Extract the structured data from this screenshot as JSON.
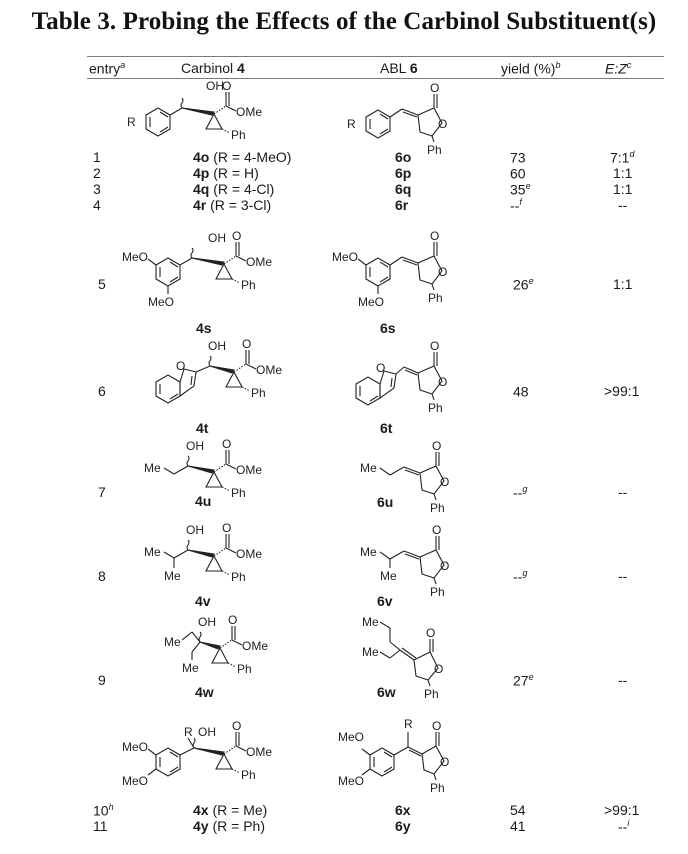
{
  "title": "Table 3. Probing the Effects of the Carbinol Substituent(s)",
  "header": {
    "entry": "entry",
    "entry_fn": "a",
    "carbinol": "Carbinol ",
    "carbinol_num": "4",
    "abl": "ABL ",
    "abl_num": "6",
    "yield": "yield (%)",
    "yield_fn": "b",
    "ez": "E:Z",
    "ez_fn": "c"
  },
  "labels": {
    "R": "R",
    "OH": "OH",
    "O": "O",
    "OMe": "OMe",
    "Ph": "Ph",
    "MeO": "MeO",
    "Me": "Me"
  },
  "rows": [
    {
      "entry": "1",
      "entry_fn": "",
      "cmpd4": "4o",
      "cond": " (R = 4-MeO)",
      "cmpd6": "6o",
      "yield": "73",
      "yield_fn": "",
      "ez": "7:1",
      "ez_fn": "d"
    },
    {
      "entry": "2",
      "entry_fn": "",
      "cmpd4": "4p",
      "cond": " (R = H)",
      "cmpd6": "6p",
      "yield": "60",
      "yield_fn": "",
      "ez": "1:1",
      "ez_fn": ""
    },
    {
      "entry": "3",
      "entry_fn": "",
      "cmpd4": "4q",
      "cond": " (R = 4-Cl)",
      "cmpd6": "6q",
      "yield": "35",
      "yield_fn": "e",
      "ez": "1:1",
      "ez_fn": ""
    },
    {
      "entry": "4",
      "entry_fn": "",
      "cmpd4": "4r",
      "cond": " (R = 3-Cl)",
      "cmpd6": "6r",
      "yield": "--",
      "yield_fn": "f",
      "ez": "--",
      "ez_fn": ""
    },
    {
      "entry": "5",
      "entry_fn": "",
      "cmpd4": "4s",
      "cond": "",
      "cmpd6": "6s",
      "yield": "26",
      "yield_fn": "e",
      "ez": "1:1",
      "ez_fn": ""
    },
    {
      "entry": "6",
      "entry_fn": "",
      "cmpd4": "4t",
      "cond": "",
      "cmpd6": "6t",
      "yield": "48",
      "yield_fn": "",
      "ez": ">99:1",
      "ez_fn": ""
    },
    {
      "entry": "7",
      "entry_fn": "",
      "cmpd4": "4u",
      "cond": "",
      "cmpd6": "6u",
      "yield": "--",
      "yield_fn": "g",
      "ez": "--",
      "ez_fn": ""
    },
    {
      "entry": "8",
      "entry_fn": "",
      "cmpd4": "4v",
      "cond": "",
      "cmpd6": "6v",
      "yield": "--",
      "yield_fn": "g",
      "ez": "--",
      "ez_fn": ""
    },
    {
      "entry": "9",
      "entry_fn": "",
      "cmpd4": "4w",
      "cond": "",
      "cmpd6": "6w",
      "yield": "27",
      "yield_fn": "e",
      "ez": "--",
      "ez_fn": ""
    },
    {
      "entry": "10",
      "entry_fn": "h",
      "cmpd4": "4x",
      "cond": " (R = Me)",
      "cmpd6": "6x",
      "yield": "54",
      "yield_fn": "",
      "ez": ">99:1",
      "ez_fn": ""
    },
    {
      "entry": "11",
      "entry_fn": "",
      "cmpd4": "4y",
      "cond": " (R = Ph)",
      "cmpd6": "6y",
      "yield": "41",
      "yield_fn": "",
      "ez": "--",
      "ez_fn": "i"
    }
  ]
}
